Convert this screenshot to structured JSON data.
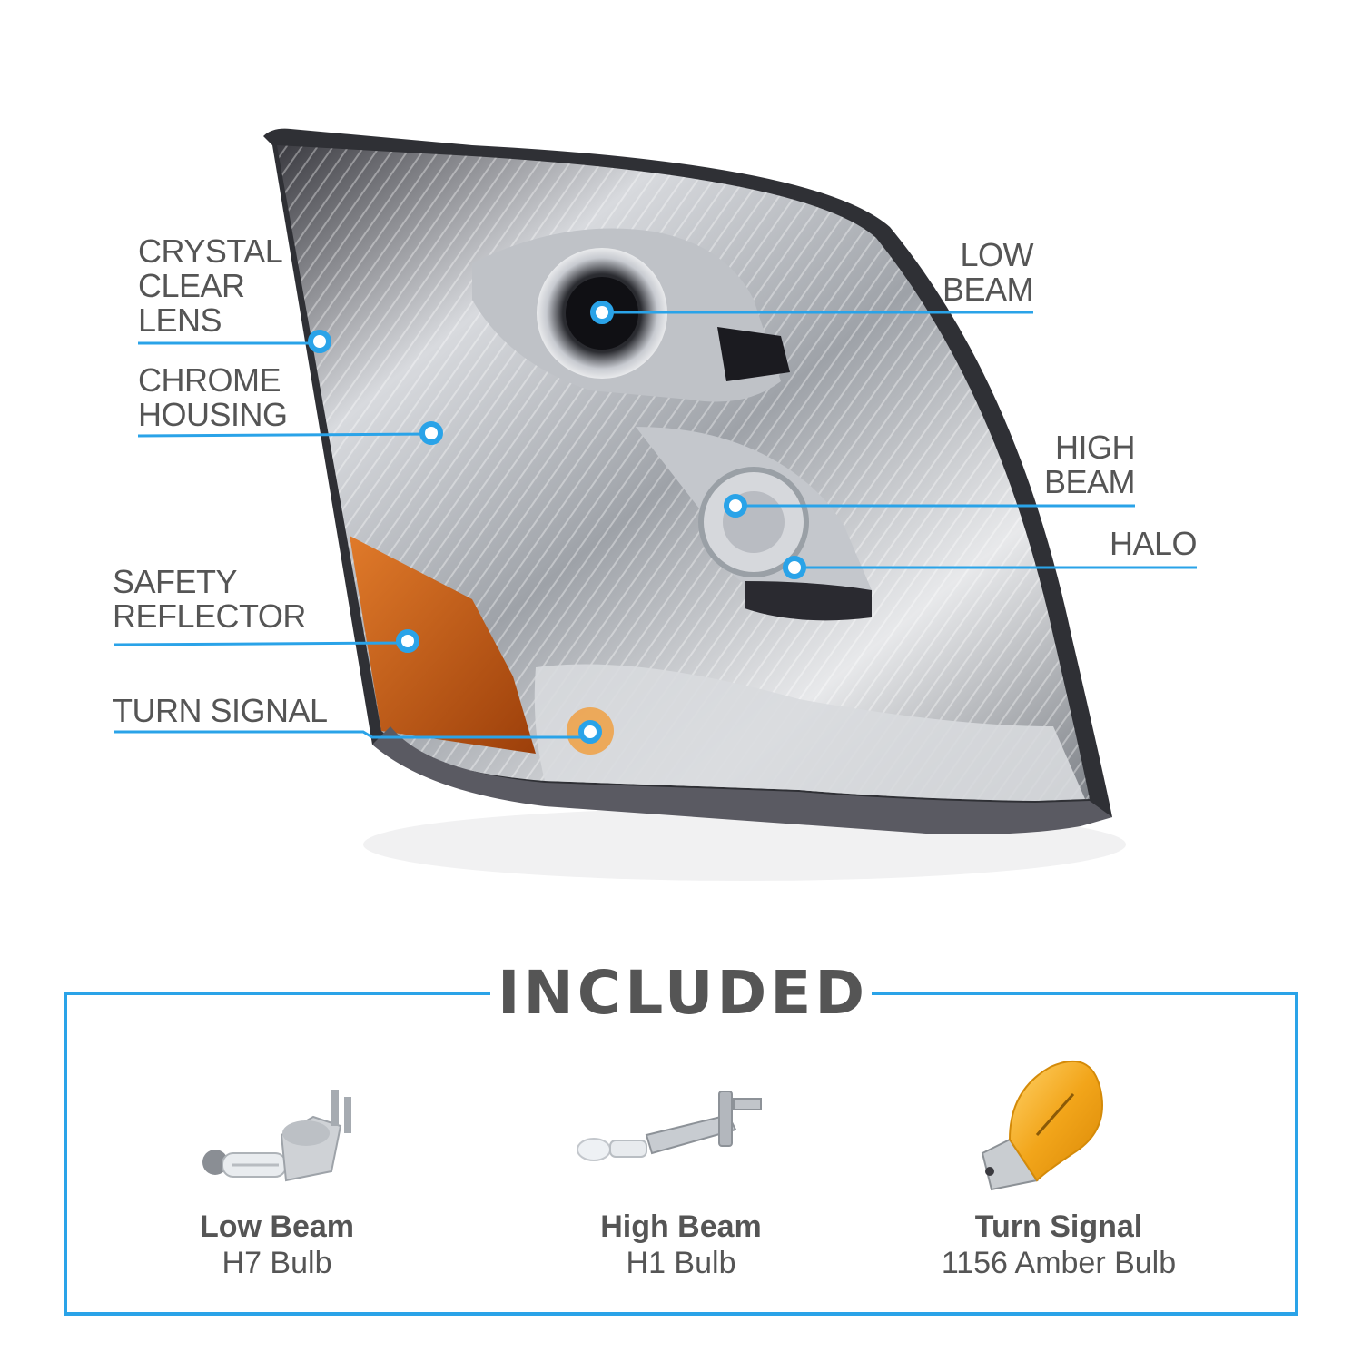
{
  "colors": {
    "accent": "#2aa3e8",
    "text": "#555555",
    "amber": "#c0560f",
    "chrome": "#c9ccd0",
    "dark_trim": "#4c4c52"
  },
  "callouts": {
    "crystal_clear_lens": "CRYSTAL\n CLEAR\nLENS",
    "chrome_housing": "CHROME\nHOUSING",
    "safety_reflector": "SAFETY\nREFLECTOR",
    "turn_signal": "TURN SIGNAL",
    "low_beam": "LOW\nBEAM",
    "high_beam": "HIGH\nBEAM",
    "halo": "HALO"
  },
  "included": {
    "title": "INCLUDED",
    "items": [
      {
        "name": "Low Beam",
        "desc": "H7 Bulb",
        "icon": "h7-bulb-icon"
      },
      {
        "name": "High Beam",
        "desc": "H1 Bulb",
        "icon": "h1-bulb-icon"
      },
      {
        "name": "Turn Signal",
        "desc": "1156 Amber Bulb",
        "icon": "amber-bulb-icon"
      }
    ]
  }
}
